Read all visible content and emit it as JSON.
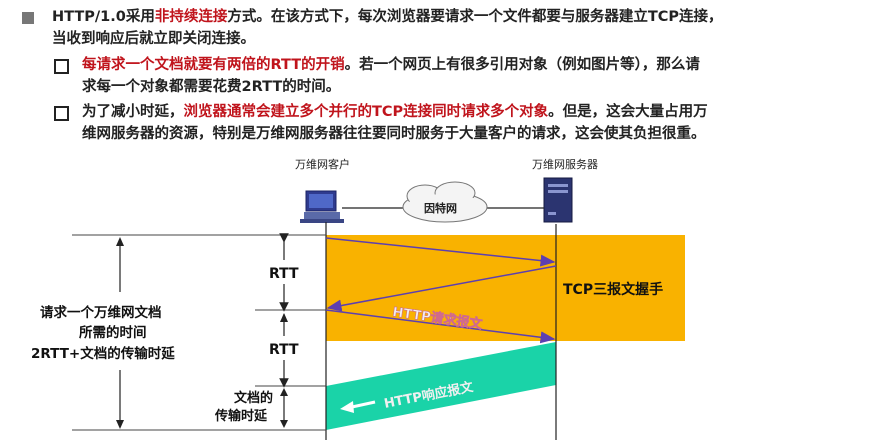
{
  "bullet1": {
    "line1_pre": "HTTP/1.0采用",
    "line1_red": "非持续连接",
    "line1_post": "方式。在该方式下，每次浏览器要请求一个文件都要与服务器建立TCP连接，",
    "line2": "当收到响应后就立即关闭连接。"
  },
  "sub1": {
    "red": "每请求一个文档就要有两倍的RTT的开销",
    "post": "。若一个网页上有很多引用对象（例如图片等），那么请",
    "line2": "求每一个对象都需要花费2RTT的时间。"
  },
  "sub2": {
    "pre": "为了减小时延，",
    "red": "浏览器通常会建立多个并行的TCP连接同时请求多个对象",
    "post": "。但是，这会大量占用万",
    "line2": "维网服务器的资源，特别是万维网服务器往往要同时服务于大量客户的请求，这会使其负担很重。"
  },
  "diagram": {
    "client_label": "万维网客户",
    "server_label": "万维网服务器",
    "internet_label": "因特网",
    "rtt1": "RTT",
    "rtt2": "RTT",
    "tcp_label": "TCP三报文握手",
    "http_request": "HTTP请求报文",
    "http_response": "HTTP响应报文",
    "total_line1": "请求一个万维网文档",
    "total_line2": "所需的时间",
    "total_line3": "2RTT+文档的传输时延",
    "transfer_line1": "文档的",
    "transfer_line2": "传输时延",
    "colors": {
      "handshake": "#f9b200",
      "response": "#1ad3a8",
      "red": "#c0141c"
    }
  }
}
